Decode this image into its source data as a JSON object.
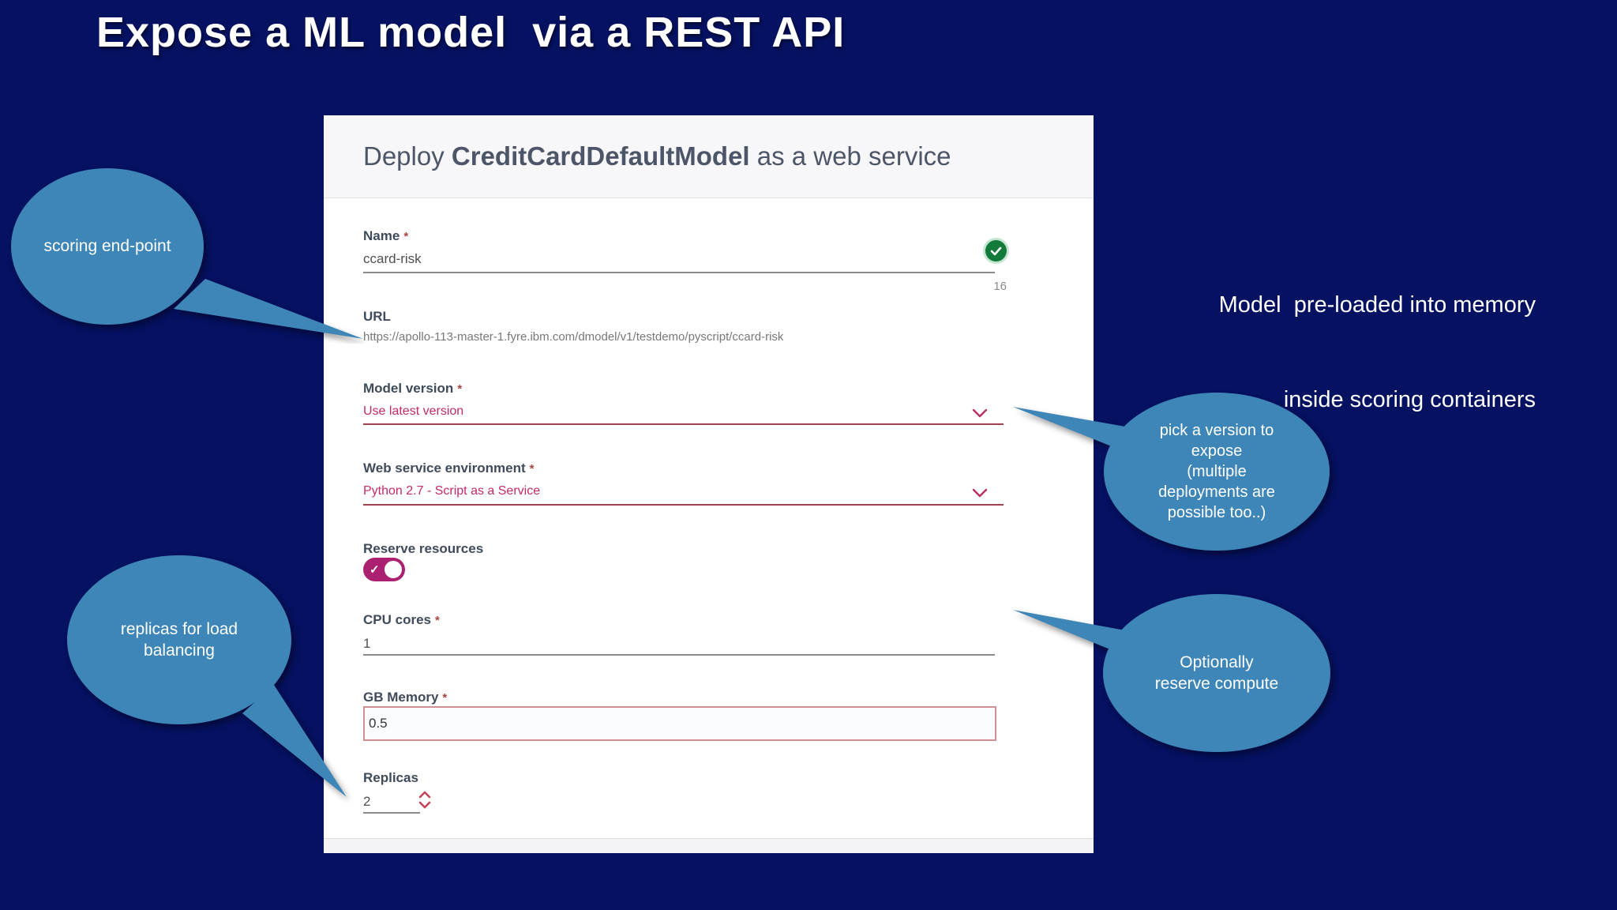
{
  "slide": {
    "title": "Expose a ML model  via a REST API",
    "note_right": {
      "line1": "Model  pre-loaded into memory",
      "line2": "inside scoring containers"
    }
  },
  "dialog": {
    "title_prefix": "Deploy ",
    "title_model": "CreditCardDefaultModel",
    "title_suffix": " as a web service",
    "fields": {
      "name": {
        "label": "Name",
        "required": "*",
        "value": "ccard-risk",
        "counter": "16",
        "valid_icon": "check-circle"
      },
      "url": {
        "label": "URL",
        "value": "https://apollo-113-master-1.fyre.ibm.com/dmodel/v1/testdemo/pyscript/ccard-risk"
      },
      "model_version": {
        "label": "Model version",
        "required": "*",
        "value": "Use latest version",
        "icon": "chevron-down"
      },
      "web_service_environment": {
        "label": "Web service environment",
        "required": "*",
        "value": "Python 2.7 - Script as a Service",
        "icon": "chevron-down"
      },
      "reserve_resources": {
        "label": "Reserve resources",
        "state": "on"
      },
      "cpu_cores": {
        "label": "CPU cores",
        "required": "*",
        "value": "1"
      },
      "gb_memory": {
        "label": "GB Memory",
        "required": "*",
        "value": "0.5"
      },
      "replicas": {
        "label": "Replicas",
        "value": "2"
      }
    }
  },
  "callouts": {
    "scoring_endpoint": {
      "line1": "scoring end-point"
    },
    "replicas_load": {
      "line1": "replicas for load",
      "line2": "balancing"
    },
    "pick_version": {
      "line1": "pick a version to",
      "line2": "expose",
      "line3": "(multiple",
      "line4": "deployments are",
      "line5": "possible too..)"
    },
    "reserve_compute": {
      "line1": "Optionally",
      "line2": "reserve compute"
    }
  },
  "colors": {
    "background_navy": "#051161",
    "bubble_blue": "#3e86b8",
    "accent_magenta": "#c22a6a",
    "toggle_magenta": "#ab2070",
    "valid_green": "#127a3a",
    "error_border_red": "#cf8f93"
  }
}
